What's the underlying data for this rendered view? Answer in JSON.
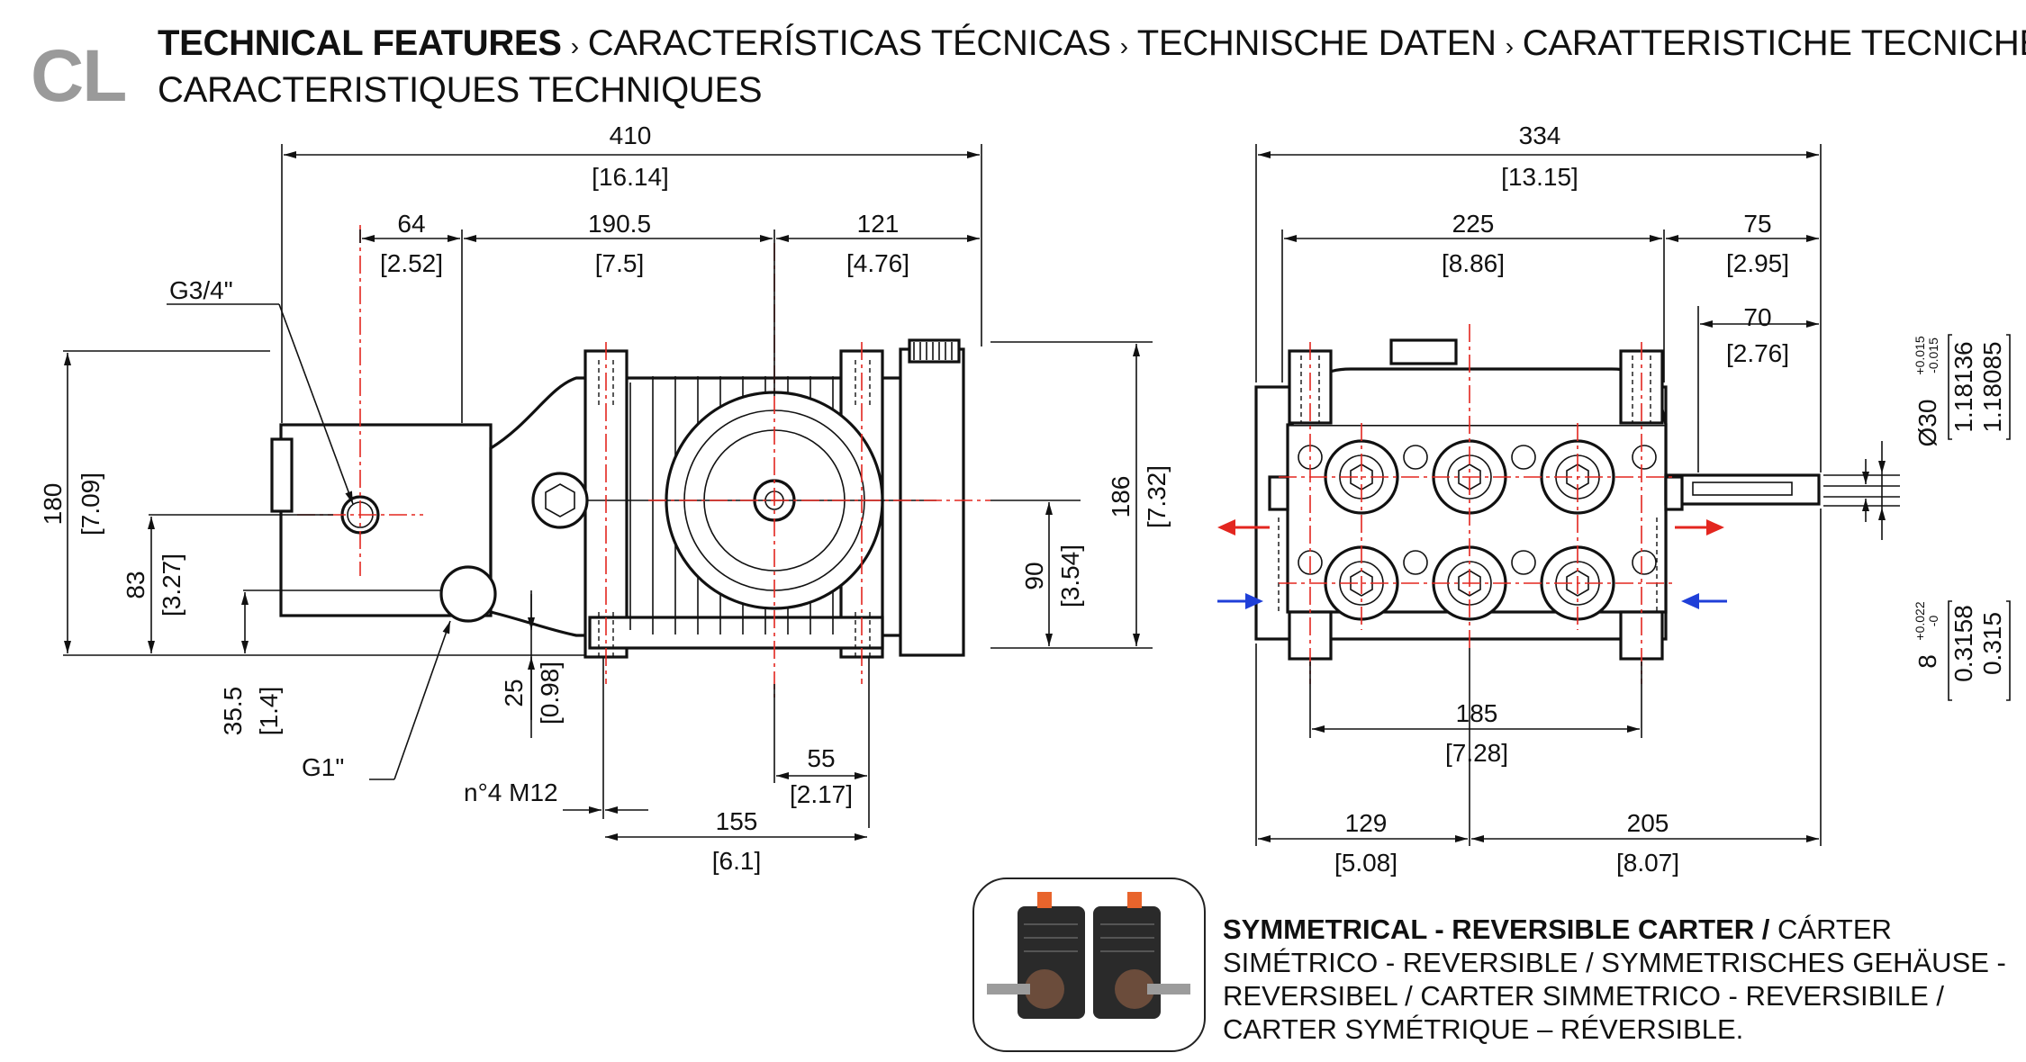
{
  "series_code": "CL",
  "header": {
    "en": "TECHNICAL FEATURES",
    "es": "CARACTERÍSTICAS TÉCNICAS",
    "de": "TECHNISCHE DATEN",
    "it": "CARATTERISTICHE TECNICHE",
    "fr": "CARACTERISTIQUES TECHNIQUES",
    "separator": "›"
  },
  "side_view": {
    "overall_length": {
      "mm": "410",
      "in": "[16.14]"
    },
    "port_offset": {
      "mm": "64",
      "in": "[2.52]"
    },
    "center_distance": {
      "mm": "190.5",
      "in": "[7.5]"
    },
    "rear_length": {
      "mm": "121",
      "in": "[4.76]"
    },
    "outlet_thread": "G3/4\"",
    "inlet_thread": "G1\"",
    "overall_height": {
      "mm": "180",
      "in": "[7.09]"
    },
    "outlet_height": {
      "mm": "83",
      "in": "[3.27]"
    },
    "inlet_height": {
      "mm": "35.5",
      "in": "[1.4]"
    },
    "foot_thickness": {
      "mm": "25",
      "in": "[0.98]"
    },
    "shaft_height": {
      "mm": "90",
      "in": "[3.54]"
    },
    "body_height": {
      "mm": "186",
      "in": "[7.32]"
    },
    "hole_offset": {
      "mm": "55",
      "in": "[2.17]"
    },
    "foot_spacing": {
      "mm": "155",
      "in": "[6.1]"
    },
    "mounting_bolts": "n°4 M12"
  },
  "front_view": {
    "overall_width": {
      "mm": "334",
      "in": "[13.15]"
    },
    "body_width": {
      "mm": "225",
      "in": "[8.86]"
    },
    "shaft_protrusion": {
      "mm": "75",
      "in": "[2.95]"
    },
    "shaft_length": {
      "mm": "70",
      "in": "[2.76]"
    },
    "shaft_diameter": {
      "label": "Ø30",
      "tol_upper": "+0.015",
      "tol_lower": "-0.015",
      "in_upper": "1.18136",
      "in_lower": "1.18085"
    },
    "key_width": {
      "label": "8",
      "tol_upper": "+0.022",
      "tol_lower": "-0",
      "in_upper": "0.3158",
      "in_lower": "0.315"
    },
    "foot_spacing": {
      "mm": "185",
      "in": "[7.28]"
    },
    "left_to_center": {
      "mm": "129",
      "in": "[5.08]"
    },
    "center_to_shaft": {
      "mm": "205",
      "in": "[8.07]"
    }
  },
  "colors": {
    "outlet_arrow": "#e3261f",
    "inlet_arrow": "#1f3fd8",
    "centerline": "#e3261f",
    "series_code": "#9a9a9a"
  },
  "carter_note": {
    "bold": "SYMMETRICAL - REVERSIBLE CARTER /",
    "text": "CÁRTER SIMÉTRICO - REVERSIBLE / SYMMETRISCHES GEHÄUSE - REVERSIBEL / CARTER SIMMETRICO - REVERSIBILE / CARTER SYMÉTRIQUE – RÉVERSIBLE."
  }
}
